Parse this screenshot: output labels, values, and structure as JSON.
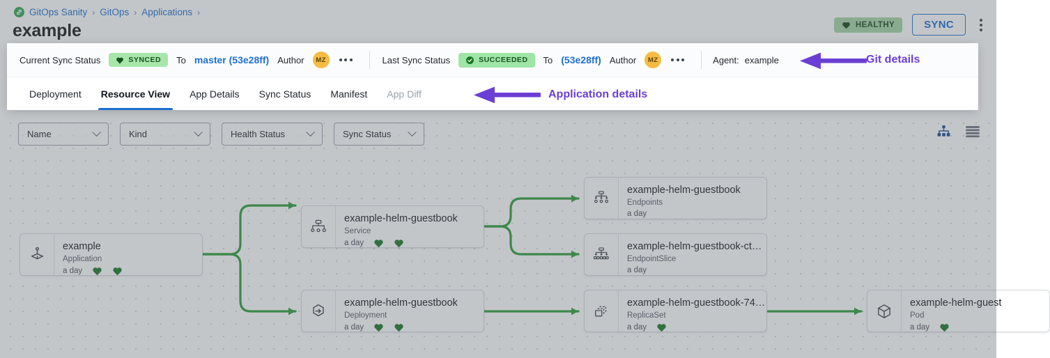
{
  "header": {
    "breadcrumb": [
      {
        "label": "GitOps Sanity",
        "icon": "gitops-logo-icon"
      },
      {
        "label": "GitOps"
      },
      {
        "label": "Applications"
      }
    ],
    "breadcrumb_separator": "›",
    "title": "example",
    "health_badge": "HEALTHY",
    "sync_button": "SYNC",
    "overflow_menu": "kebab-menu"
  },
  "panel": {
    "current_sync": {
      "label": "Current Sync Status",
      "status": "SYNCED",
      "to_word": "To",
      "revision": "master (53e28ff)",
      "author_label": "Author",
      "author_initials": "MZ"
    },
    "last_sync": {
      "label": "Last Sync Status",
      "status": "SUCCEEDED",
      "to_word": "To",
      "revision": "(53e28ff)",
      "author_label": "Author",
      "author_initials": "MZ"
    },
    "agent": {
      "label": "Agent:",
      "value": "example"
    },
    "tabs": [
      {
        "label": "Deployment",
        "state": "normal"
      },
      {
        "label": "Resource View",
        "state": "active"
      },
      {
        "label": "App Details",
        "state": "normal"
      },
      {
        "label": "Sync Status",
        "state": "normal"
      },
      {
        "label": "Manifest",
        "state": "normal"
      },
      {
        "label": "App Diff",
        "state": "disabled"
      }
    ]
  },
  "annotations": [
    {
      "id": "git-details",
      "label": "Git details"
    },
    {
      "id": "application-details",
      "label": "Application details"
    }
  ],
  "toolbar": {
    "filters": [
      {
        "label": "Name"
      },
      {
        "label": "Kind"
      },
      {
        "label": "Health Status"
      },
      {
        "label": "Sync Status"
      }
    ],
    "views": [
      {
        "name": "tree-view",
        "active": true
      },
      {
        "name": "list-view",
        "active": false
      }
    ]
  },
  "graph": {
    "nodes": [
      {
        "id": "app",
        "title": "example",
        "kind": "Application",
        "age": "a day",
        "icon": "application-icon",
        "statuses": [
          "healthy-heart",
          "synced-heart"
        ]
      },
      {
        "id": "service",
        "title": "example-helm-guestbook",
        "kind": "Service",
        "age": "a day",
        "icon": "service-icon",
        "statuses": [
          "healthy-heart",
          "synced-heart"
        ]
      },
      {
        "id": "deployment",
        "title": "example-helm-guestbook",
        "kind": "Deployment",
        "age": "a day",
        "icon": "deployment-icon",
        "statuses": [
          "healthy-heart",
          "synced-heart"
        ]
      },
      {
        "id": "endpoints",
        "title": "example-helm-guestbook",
        "kind": "Endpoints",
        "age": "a day",
        "icon": "endpoints-icon",
        "statuses": []
      },
      {
        "id": "endpointslice",
        "title": "example-helm-guestbook-ct…",
        "kind": "EndpointSlice",
        "age": "a day",
        "icon": "endpointslice-icon",
        "statuses": []
      },
      {
        "id": "replicaset",
        "title": "example-helm-guestbook-74…",
        "kind": "ReplicaSet",
        "age": "a day",
        "icon": "replicaset-icon",
        "statuses": [
          "healthy-heart"
        ]
      },
      {
        "id": "pod",
        "title": "example-helm-guest",
        "kind": "Pod",
        "age": "a day",
        "icon": "pod-icon",
        "statuses": [
          "healthy-heart"
        ]
      }
    ]
  },
  "colors": {
    "accent_blue": "#1f6fd0",
    "health_green": "#1b7a29",
    "edge_green": "#2e9e3a",
    "annotation_purple": "#6b3fd4",
    "avatar_orange": "#f5bc42"
  }
}
